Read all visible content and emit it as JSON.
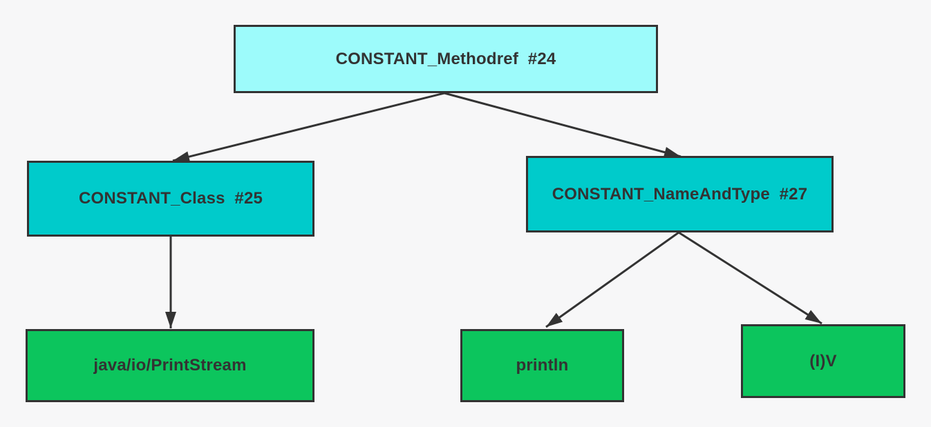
{
  "colors": {
    "canvas-bg": "#f7f7f8",
    "node-border": "#333333",
    "node-text": "#333333",
    "node-cyan": "#9dfbfb",
    "node-teal": "#00cbcb",
    "node-green": "#0cc55d",
    "arrow": "#333333"
  },
  "diagram": {
    "description": "Java class-file constant pool reference tree",
    "nodes": {
      "methodref": {
        "label": "CONSTANT_Methodref  #24",
        "fill": "cyan"
      },
      "class": {
        "label": "CONSTANT_Class  #25",
        "fill": "teal"
      },
      "nameandtype": {
        "label": "CONSTANT_NameAndType  #27",
        "fill": "teal"
      },
      "printstream": {
        "label": "java/io/PrintStream",
        "fill": "green"
      },
      "println": {
        "label": "println",
        "fill": "green"
      },
      "descriptor": {
        "label": "(I)V",
        "fill": "green"
      }
    },
    "edges": [
      {
        "from": "methodref",
        "to": "class"
      },
      {
        "from": "methodref",
        "to": "nameandtype"
      },
      {
        "from": "class",
        "to": "printstream"
      },
      {
        "from": "nameandtype",
        "to": "println"
      },
      {
        "from": "nameandtype",
        "to": "descriptor"
      }
    ]
  }
}
